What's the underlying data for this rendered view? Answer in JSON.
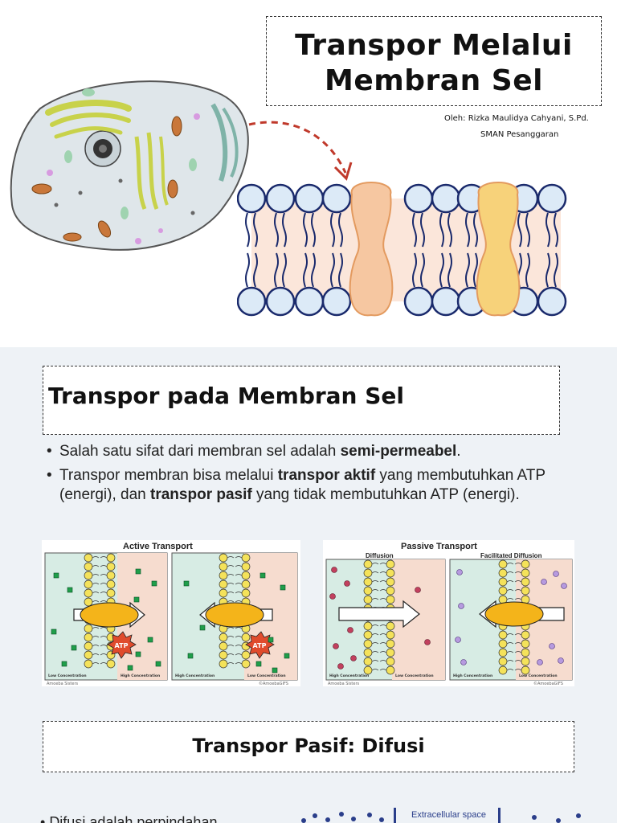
{
  "slide1": {
    "title_line1": "Transpor Melalui",
    "title_line2": "Membran Sel",
    "author": "Oleh: Rizka Maulidya Cahyani, S.Pd.",
    "school": "SMAN Pesanggaran"
  },
  "slide2": {
    "heading": "Transpor pada Membran Sel",
    "bullet1": {
      "pre": "Salah satu sifat dari membran sel adalah ",
      "bold": "semi-permeabel",
      "post": "."
    },
    "bullet2": {
      "pre": "Transpor membran bisa melalui ",
      "bold1": "transpor aktif",
      "mid": " yang membutuhkan ATP (energi), dan ",
      "bold2": "transpor pasif",
      "post": " yang tidak membutuhkan ATP (energi)."
    },
    "active_fig": {
      "title": "Active Transport",
      "atp": "ATP",
      "label_low": "Low Concentration",
      "label_high": "High Concentration",
      "credit_left": "Amoeba Sisters",
      "credit_right": "©AmoebaGIFS"
    },
    "passive_fig": {
      "title": "Passive Transport",
      "sub_left": "Diffusion",
      "sub_right": "Facilitated Diffusion",
      "label_low": "Low Concentration",
      "label_high": "High Concentration",
      "credit_left": "Amoeba Sisters",
      "credit_right": "©AmoebaGIFS"
    }
  },
  "slide3": {
    "heading": "Transpor Pasif: Difusi",
    "bullet": "Difusi adalah perpindahan",
    "extracellular": "Extracellular space"
  },
  "colors": {
    "membrane_head_fill": "#dceaf7",
    "membrane_head_stroke": "#1a2a6c",
    "protein_orange": "#f6c7a1",
    "protein_yellow": "#f7d27a",
    "cell_fill": "#dfe6ea",
    "arrow_red": "#c0392b",
    "slide_bg": "#eef2f6"
  }
}
